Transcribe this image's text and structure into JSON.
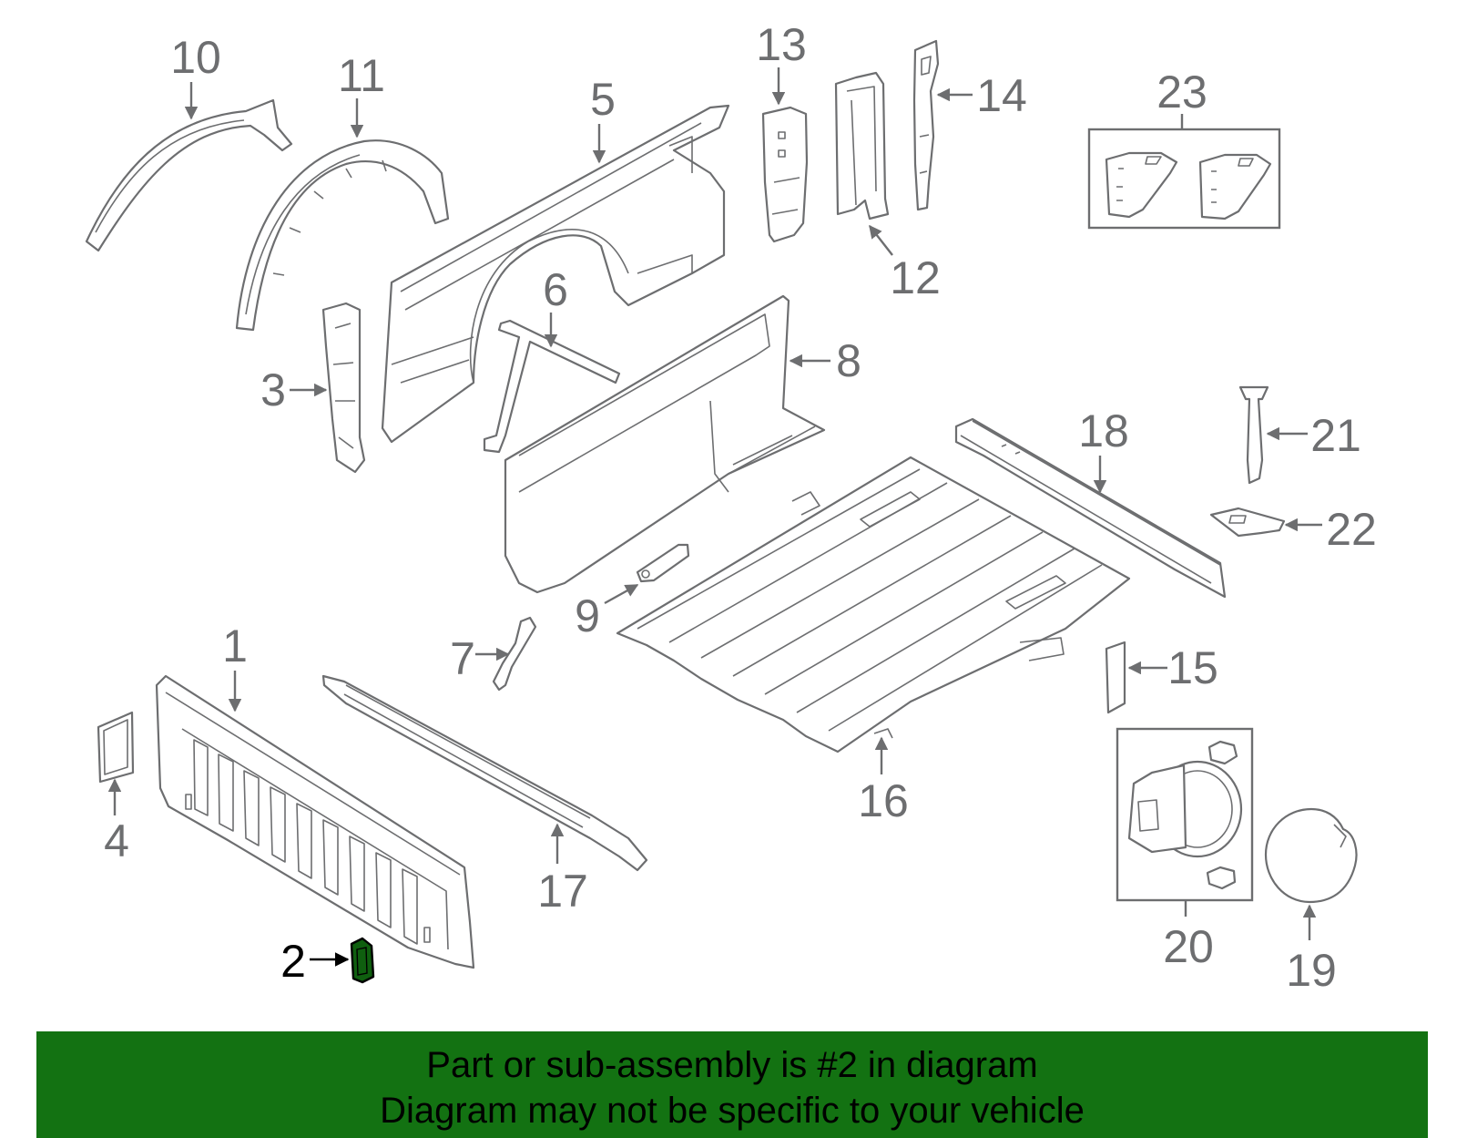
{
  "diagram": {
    "highlighted_part": "2",
    "colors": {
      "line": "#6d6e70",
      "highlight": "#000000",
      "highlight_fill": "#0f5f0f",
      "banner": "#137212"
    },
    "callouts": [
      "1",
      "2",
      "3",
      "4",
      "5",
      "6",
      "7",
      "8",
      "9",
      "10",
      "11",
      "12",
      "13",
      "14",
      "15",
      "16",
      "17",
      "18",
      "19",
      "20",
      "21",
      "22",
      "23"
    ]
  },
  "banner": {
    "line1": "Part or sub-assembly is #2 in diagram",
    "line2": "Diagram may not be specific to your vehicle"
  }
}
